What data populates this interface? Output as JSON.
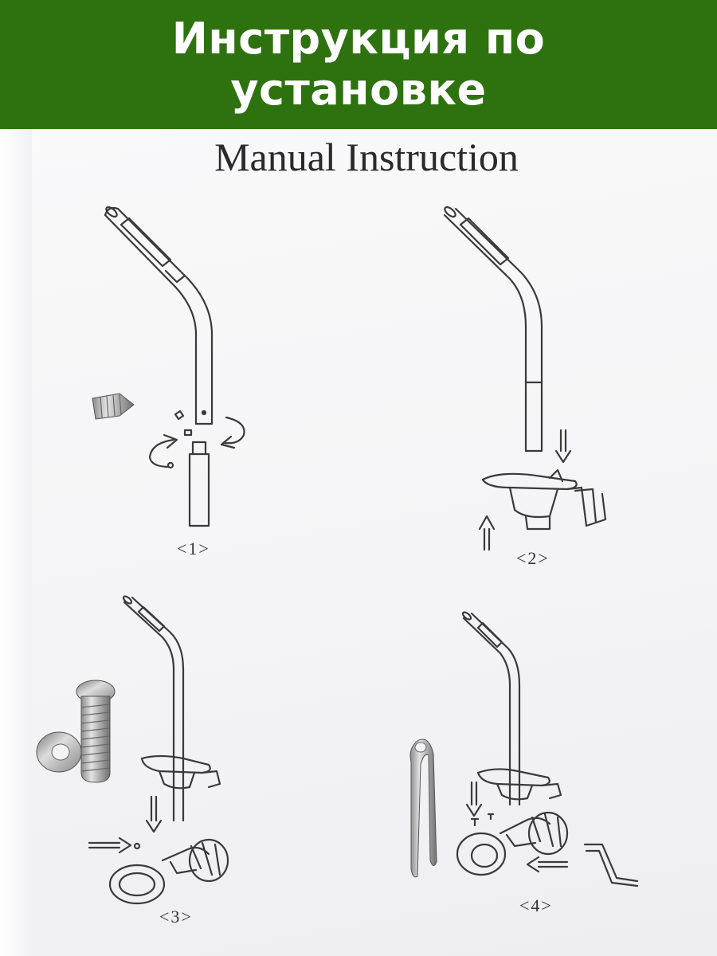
{
  "banner": {
    "line1": "Инструкция по",
    "line2": "установке",
    "color": "#2e7210"
  },
  "manual": {
    "title": "Manual Instruction"
  },
  "steps": [
    {
      "label": "<1>"
    },
    {
      "label": "<2>"
    },
    {
      "label": "<3>"
    },
    {
      "label": "<4>"
    }
  ],
  "parts": {
    "set_screw": "set-screw-icon",
    "bolt": "bolt-icon",
    "washer": "washer-icon",
    "cotter_pin": "cotter-pin-icon"
  }
}
